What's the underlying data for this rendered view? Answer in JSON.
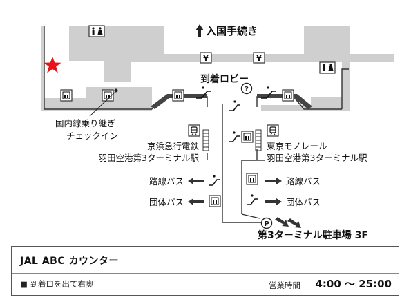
{
  "map": {
    "immigration": "入国手続き",
    "arrival_lobby": "到着ロビー",
    "domestic_transfer_1": "国内線乗り継ぎ",
    "domestic_transfer_2": "チェックイン",
    "keikyu_1": "京浜急行電鉄",
    "keikyu_2": "羽田空港第3ターミナル駅",
    "monorail_1": "東京モノレール",
    "monorail_2": "羽田空港第3ターミナル駅",
    "route_bus_left": "路線バス",
    "charter_bus_left": "団体バス",
    "route_bus_right": "路線バス",
    "charter_bus_right": "団体バス",
    "parking": "第3ターミナル駐車場 3F",
    "parking_symbol": "P",
    "info_symbol": "?",
    "money_symbol": "¥",
    "icons": [
      "restroom-icon",
      "elevator-icon",
      "escalator-icon",
      "train-icon",
      "currency-exchange-icon",
      "information-icon",
      "parking-icon",
      "star-marker"
    ],
    "colors": {
      "wall": "#cfcfcf",
      "star": "#e8141a",
      "route": "#333333"
    }
  },
  "info": {
    "title": "JAL ABC カウンター",
    "route": "■ 到着口を出て右奥",
    "hours_label": "営業時間",
    "hours": "4:00 〜 25:00"
  }
}
